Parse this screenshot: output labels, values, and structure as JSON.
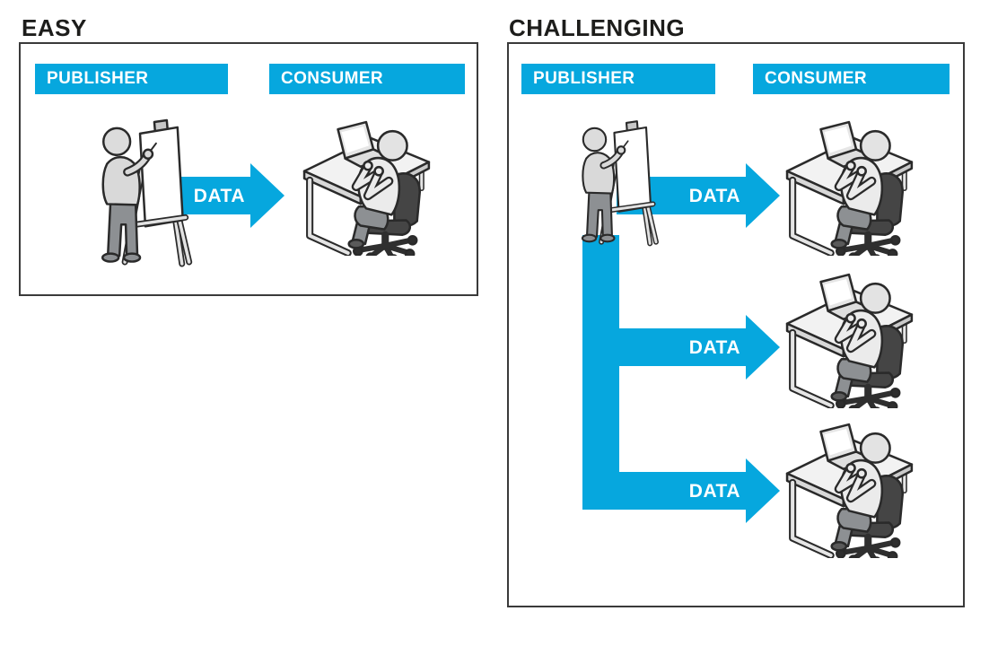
{
  "colors": {
    "accent_blue": "#06A7DE",
    "panel_border": "#3A3A3A",
    "title_text": "#1D1D1B",
    "bar_text": "#FFFFFF"
  },
  "panels": [
    {
      "title": "EASY",
      "publisher_label": "PUBLISHER",
      "consumer_label": "CONSUMER",
      "publisher_icon": "artist-at-easel-icon",
      "consumer_icon": "person-at-desk-with-laptop-icon",
      "consumer_count": 1,
      "arrows": [
        {
          "label": "DATA"
        }
      ]
    },
    {
      "title": "CHALLENGING",
      "publisher_label": "PUBLISHER",
      "consumer_label": "CONSUMER",
      "publisher_icon": "artist-at-easel-icon",
      "consumer_icon": "person-at-desk-with-laptop-icon",
      "consumer_count": 3,
      "arrows": [
        {
          "label": "DATA"
        },
        {
          "label": "DATA"
        },
        {
          "label": "DATA"
        }
      ]
    }
  ]
}
